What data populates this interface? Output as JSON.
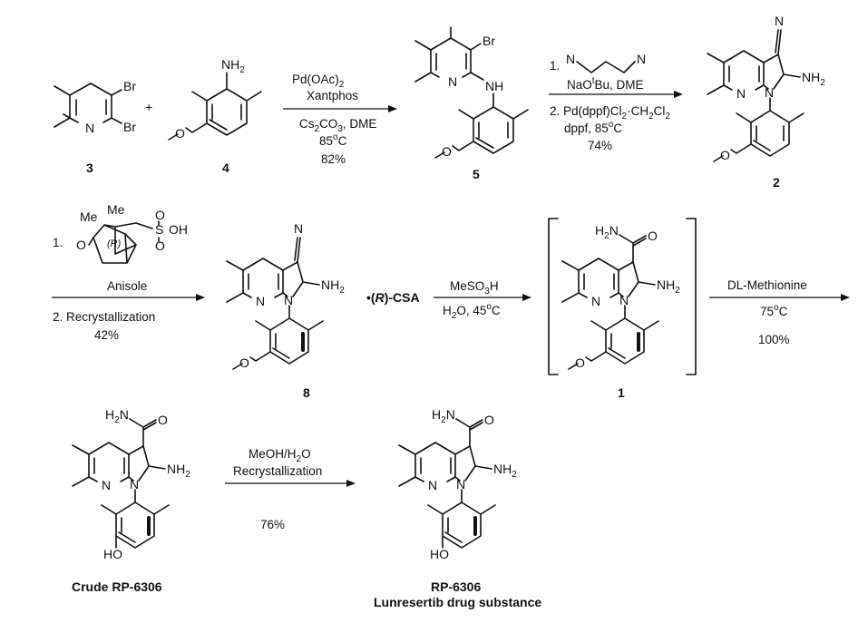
{
  "compounds": {
    "c3": {
      "label": "3",
      "atoms": {
        "br1": "Br",
        "br2": "Br",
        "n": "N"
      }
    },
    "c4": {
      "label": "4",
      "atoms": {
        "n": "N",
        "h": "H",
        "h_sub": "2",
        "o": "O"
      }
    },
    "c5": {
      "label": "5",
      "atoms": {
        "br": "Br",
        "n": "N",
        "nh": "NH",
        "o": "O"
      }
    },
    "c2": {
      "label": "2",
      "atoms": {
        "cn_n": "N",
        "amine": "NH",
        "amine_sub": "2",
        "n1": "N",
        "n2": "N",
        "o": "O"
      }
    },
    "c8": {
      "label": "8",
      "atoms": {
        "cn_n": "N",
        "amine": "NH",
        "amine_sub": "2",
        "n1": "N",
        "n2": "N",
        "o": "O"
      },
      "salt": {
        "dot": "•(",
        "r": "R",
        "rest": ")-CSA"
      }
    },
    "c1": {
      "label": "1",
      "atoms": {
        "h2n": "H",
        "h2n_sub": "2",
        "h2n_n": "N",
        "o_amide": "O",
        "amine": "NH",
        "amine_sub": "2",
        "n1": "N",
        "n2": "N",
        "o": "O"
      }
    },
    "crude": {
      "label": "Crude RP-6306",
      "atoms": {
        "h2n": "H",
        "h2n_sub": "2",
        "h2n_n": "N",
        "o_amide": "O",
        "amine": "NH",
        "amine_sub": "2",
        "n1": "N",
        "n2": "N",
        "ho": "HO"
      }
    },
    "final": {
      "label": "RP-6306",
      "label2": "Lunresertib drug substance",
      "atoms": {
        "h2n": "H",
        "h2n_sub": "2",
        "h2n_n": "N",
        "o_amide": "O",
        "amine": "NH",
        "amine_sub": "2",
        "n1": "N",
        "n2": "N",
        "ho": "HO"
      }
    }
  },
  "plus": "+",
  "steps": {
    "step1": {
      "above": [
        "Pd(OAc)",
        "Xantphos"
      ],
      "above_sub": "2",
      "below": [
        "Cs",
        "CO",
        ", DME",
        "85",
        "C",
        "82%"
      ],
      "below_sub": [
        "2",
        "3"
      ],
      "deg": "o"
    },
    "step2": {
      "line1_prefix": "1.",
      "line1_n1": "N",
      "line1_n2": "N",
      "line2": [
        "NaO",
        "t",
        "Bu, DME"
      ],
      "line3": [
        "2. Pd(dppf)Cl",
        "2",
        "·CH",
        "2",
        "Cl",
        "2"
      ],
      "line4": [
        "dppf, 85",
        "o",
        "C"
      ],
      "line5": "74%"
    },
    "step3": {
      "prefix": "1.",
      "me1": "Me",
      "me2": "Me",
      "o": "O",
      "r": "(R)",
      "s": "S",
      "oh": "OH",
      "so1": "O",
      "so2": "O",
      "solvent": "Anisole",
      "line2": "2. Recrystallization",
      "yield": "42%"
    },
    "step4": {
      "above": [
        "MeSO",
        "3",
        "H"
      ],
      "below": [
        "H",
        "2",
        "O, 45",
        "o",
        "C"
      ]
    },
    "step5": {
      "above": "DL-Methionine",
      "temp": [
        "75",
        "o",
        "C"
      ],
      "yield": "100%"
    },
    "step6": {
      "above": [
        "MeOH/H",
        "2",
        "O"
      ],
      "above2": "Recrystallization",
      "yield": "76%"
    }
  }
}
